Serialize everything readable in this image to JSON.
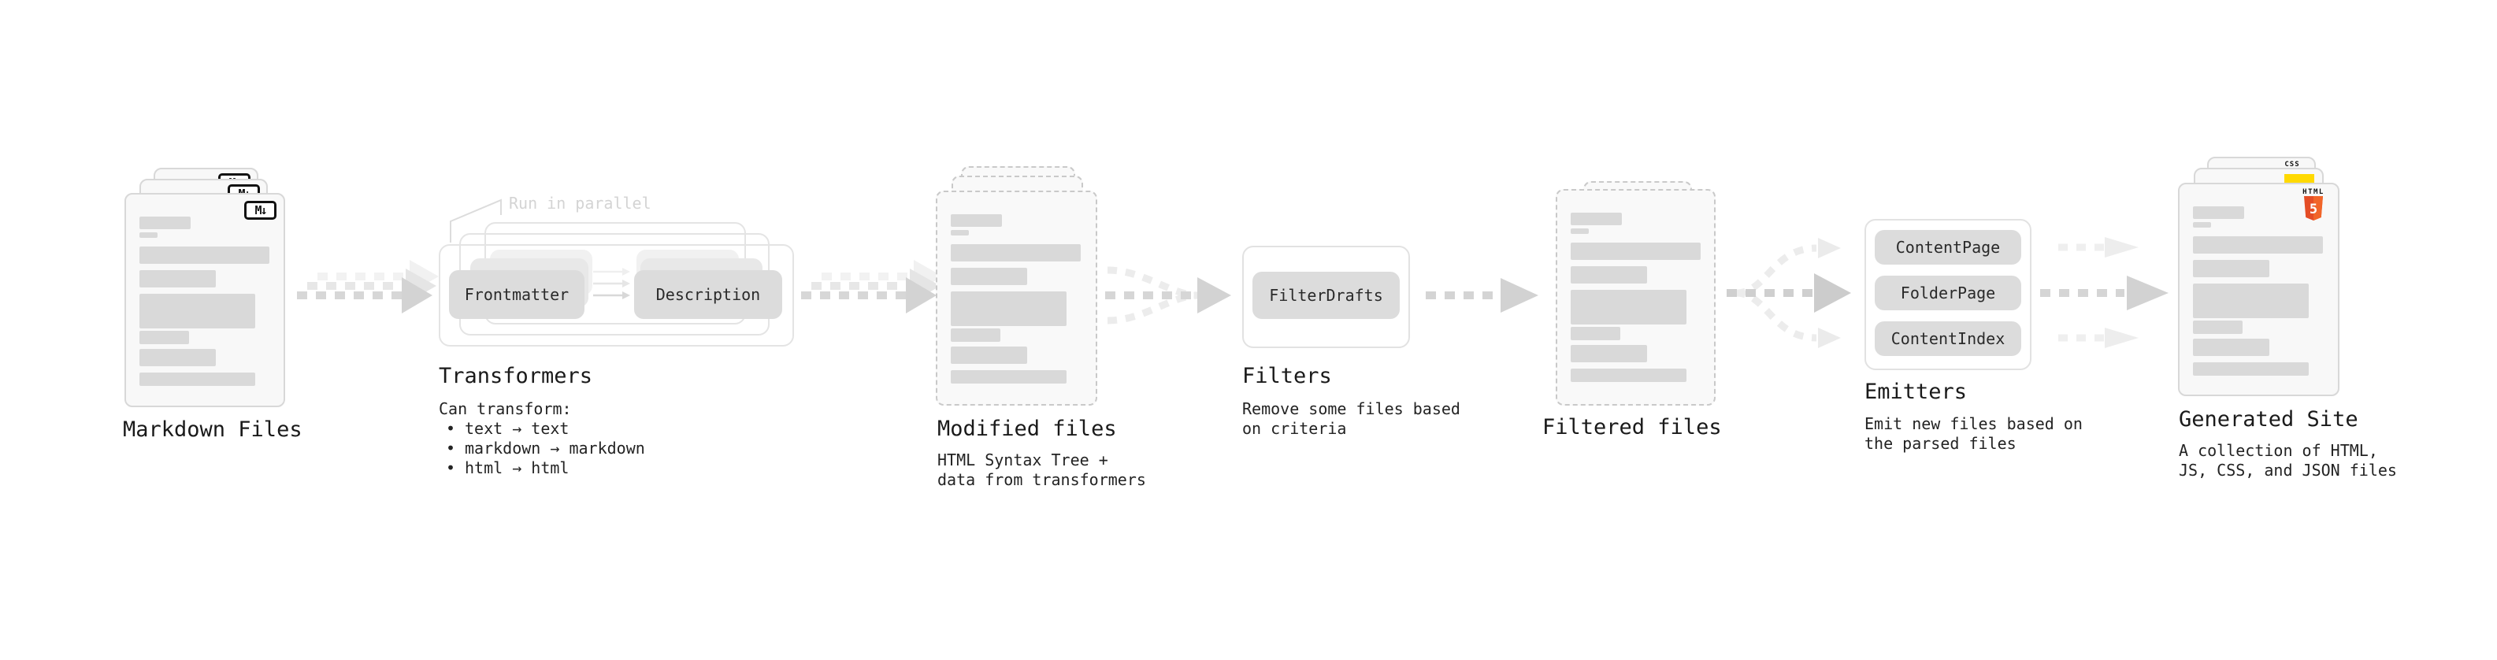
{
  "stages": {
    "markdown_files": {
      "title": "Markdown Files"
    },
    "transformers": {
      "title": "Transformers",
      "callout": "Run in parallel",
      "pill_a": "Frontmatter",
      "pill_b": "Description",
      "desc_intro": "Can transform:",
      "bullet_char": "•",
      "bullets": [
        "text → text",
        "markdown → markdown",
        "html → html"
      ]
    },
    "modified_files": {
      "title": "Modified files",
      "desc": [
        "HTML Syntax Tree +",
        "data from transformers"
      ]
    },
    "filters": {
      "title": "Filters",
      "pill": "FilterDrafts",
      "desc": [
        "Remove some files based",
        "on criteria"
      ]
    },
    "filtered_files": {
      "title": "Filtered files"
    },
    "emitters": {
      "title": "Emitters",
      "pills": [
        "ContentPage",
        "FolderPage",
        "ContentIndex"
      ],
      "desc": [
        "Emit new files based on",
        "the parsed files"
      ]
    },
    "generated_site": {
      "title": "Generated Site",
      "desc": [
        "A collection of HTML,",
        "JS, CSS, and JSON files"
      ]
    }
  },
  "icons": {
    "markdown_badge": "M↓",
    "html5_wordmark": "HTML",
    "html5_number": "5",
    "css_wordmark": "CSS"
  },
  "colors": {
    "html5_orange": "#e44d26",
    "html5_orange_light": "#f16529",
    "js_yellow": "#ffd900",
    "css_blue": "#2f6bff",
    "pill_gray": "#dcdcdc",
    "bar_gray": "#d9d9d9",
    "card_border": "#d8d8d8",
    "muted_text": "#d4d4d4",
    "ink": "#1a1a1a"
  }
}
